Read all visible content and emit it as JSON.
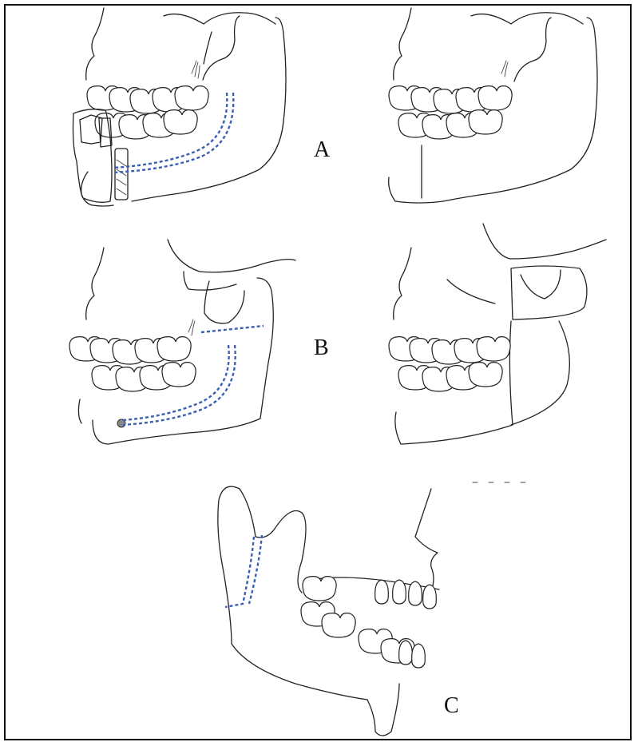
{
  "panels": [
    {
      "id": "A",
      "label": "A"
    },
    {
      "id": "B",
      "label": "B"
    },
    {
      "id": "C",
      "label": "C"
    }
  ],
  "colors": {
    "osteotomy_line": "#3a5fb5",
    "ink": "#222222",
    "frame": "#111111"
  }
}
